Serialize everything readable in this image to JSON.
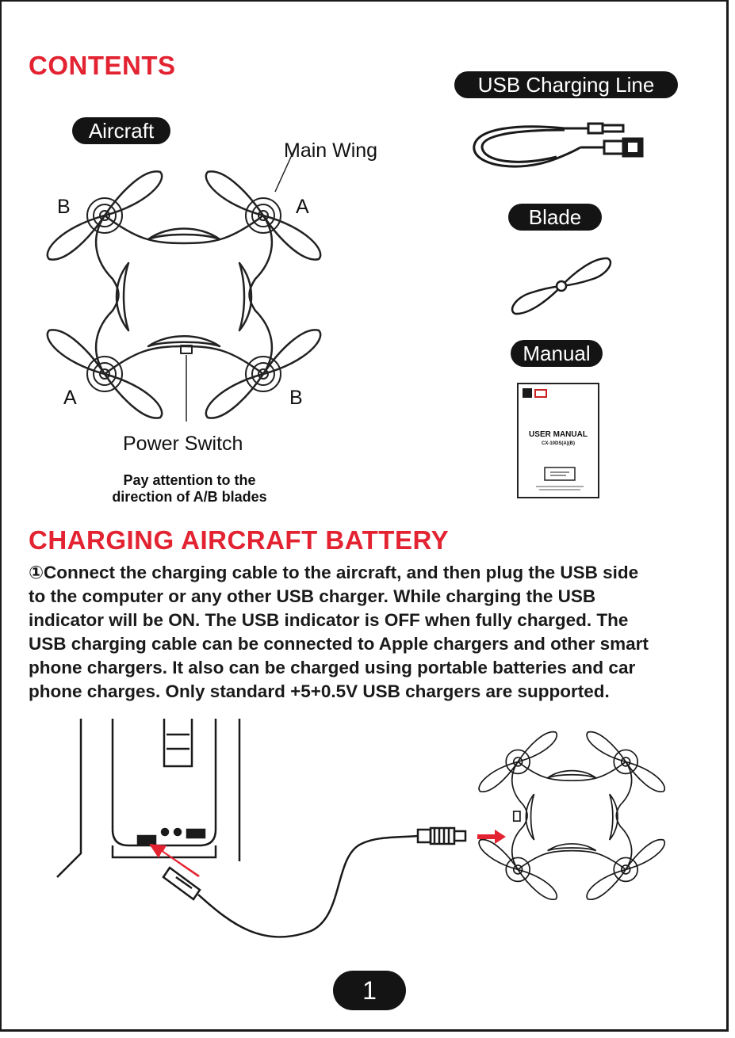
{
  "contents": {
    "heading": "CONTENTS",
    "aircraft_label": "Aircraft",
    "main_wing_label": "Main Wing",
    "blade_a_label": "A",
    "blade_b_label": "B",
    "power_switch_label": "Power Switch",
    "note_line1": "Pay attention to the",
    "note_line2": "direction of A/B blades",
    "usb_label": "USB Charging Line",
    "blade_label": "Blade",
    "manual_label": "Manual",
    "manual_card_title": "USER MANUAL",
    "manual_card_model": "CX-10DS(A)(B)"
  },
  "charging": {
    "heading": "CHARGING AIRCRAFT BATTERY",
    "paragraph_lines": [
      "①Connect the charging cable to the aircraft, and then plug the USB side",
      "to the computer or any other USB charger. While charging the USB",
      "indicator will be ON. The USB indicator is OFF when fully charged. The",
      "USB charging cable can be connected to Apple chargers and other smart",
      "phone chargers. It also can be charged using portable batteries and car",
      "phone charges. Only standard +5+0.5V USB chargers are supported."
    ]
  },
  "page_number": "1",
  "colors": {
    "accent": "#e32331",
    "pill": "#141414"
  }
}
